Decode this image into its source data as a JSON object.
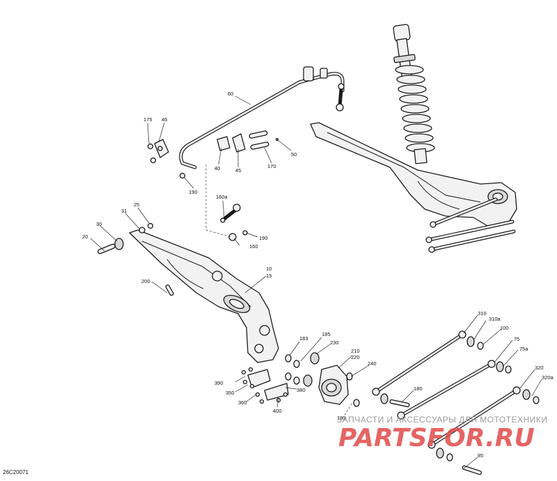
{
  "diagram": {
    "code": "26C20071",
    "callouts": [
      "20",
      "25",
      "30",
      "31",
      "10",
      "15",
      "200",
      "40",
      "45",
      "46",
      "50",
      "60",
      "160",
      "160a",
      "170",
      "175",
      "180",
      "183",
      "185",
      "190",
      "210",
      "220",
      "230",
      "240",
      "310",
      "310a",
      "320",
      "320a",
      "350",
      "360",
      "380",
      "390",
      "400",
      "75",
      "75a",
      "85",
      "100"
    ],
    "watermark_top": "ЗАПЧАСТИ И АКСЕССУАРЫ ДЛЯ МОТОТЕХНИКИ",
    "watermark_brand": "PARTSFOR.RU"
  }
}
